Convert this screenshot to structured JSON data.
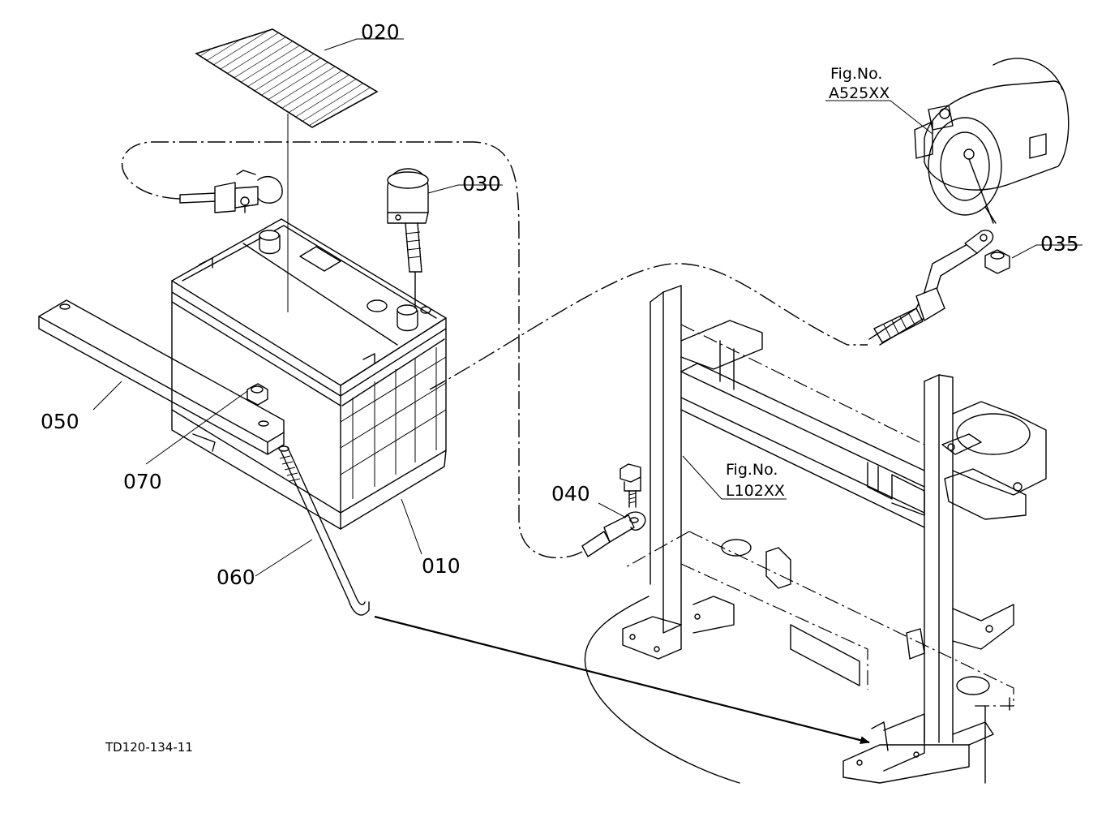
{
  "drawing_id": "TD120-134-11",
  "callouts": {
    "p010": "010",
    "p020": "020",
    "p030": "030",
    "p035": "035",
    "p040": "040",
    "p050": "050",
    "p060": "060",
    "p070": "070"
  },
  "figure_refs": {
    "starter": {
      "label": "Fig.No.",
      "code": "A525XX"
    },
    "frame": {
      "label": "Fig.No.",
      "code": "L102XX"
    }
  }
}
